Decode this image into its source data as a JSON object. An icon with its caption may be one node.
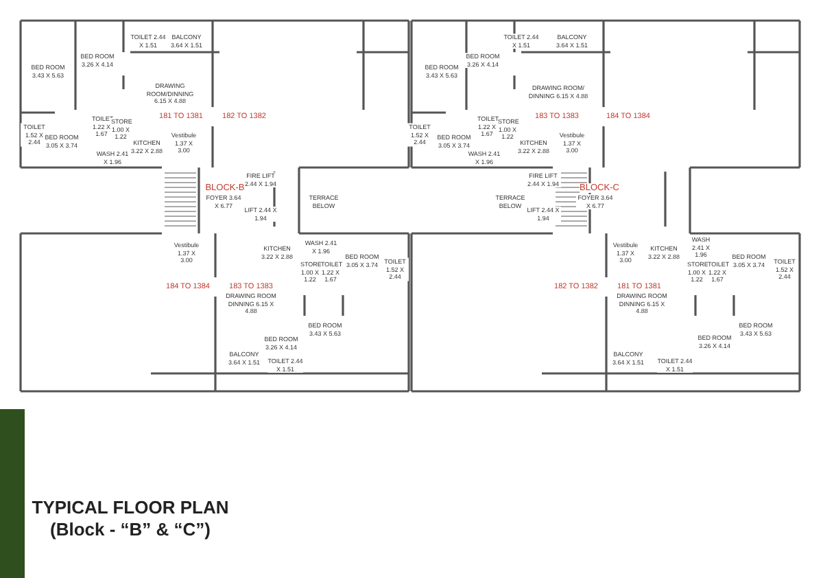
{
  "diagram": {
    "title": "TYPICAL FLOOR PLAN (Block - “B” & “C”)",
    "nodes": [
      {
        "text": [],
        "shape": "bar"
      }
    ],
    "labels": [
      "TOILET 2.44 X 1.51",
      "BALCONY 3.64 X 1.51",
      "TOILET 2.44 X 1.51",
      "BALCONY 3.64 X 1.51",
      "BED ROOM 3.43 X 5.63",
      "BED ROOM 3.26 X 4.14",
      "DRAWING ROOM/DINNING 6.15 X 4.88",
      "BED ROOM 3.43 X 5.63",
      "BED ROOM 3.26 X 4.14",
      "DRAWING ROOM/ DINNING 6.15 X 4.88",
      "181 TO 1381",
      "182 TO 1382",
      "183 TO 1383",
      "184 TO 1384",
      "TOILET 1.52 X 2.44",
      "TOILET 1.22 X 1.67",
      "STORE 1.00 X 1.22",
      "BED ROOM 3.05 X 3.74",
      "KITCHEN 3.22 X 2.88",
      "Vestibule 1.37 X 3.00",
      "WASH 2.41 X 1.96",
      "TOILET 1.52 X 2.44",
      "TOILET 1.22 X 1.67",
      "STORE 1.00 X 1.22",
      "BED ROOM 3.05 X 3.74",
      "KITCHEN 3.22 X 2.88",
      "Vestibule 1.37 X 3.00",
      "WASH 2.41 X 1.96",
      "FIRE LIFT 2.44 X 1.94",
      "BLOCK-B",
      "FOYER 3.64 X 6.77",
      "TERRACE BELOW",
      "FIRE LIFT 2.44 X 1.94",
      "TERRACE BELOW",
      "BLOCK-C",
      "FOYER 3.64 X 6.77",
      "LIFT 2.44 X 1.94",
      "LIFT 2.44 X 1.94",
      "Vestibule 1.37 X 3.00",
      "KITCHEN 3.22 X 2.88",
      "WASH 2.41 X 1.96",
      "STORE 1.00 X 1.22",
      "TOILET 1.22 X 1.67",
      "BED ROOM 3.05 X 3.74",
      "TOILET 1.52 X 2.44",
      "Vestibule 1.37 X 3.00",
      "KITCHEN 3.22 X 2.88",
      "WASH 2.41 X 1.96",
      "STORE 1.00 X 1.22",
      "TOILET 1.22 X 1.67",
      "BED ROOM 3.05 X 3.74",
      "TOILET 1.52 X 2.44",
      "184 TO 1384",
      "183 TO 1383",
      "182 TO 1382",
      "181 TO 1381",
      "DRAWING ROOM DINNING 6.15 X 4.88",
      "DRAWING ROOM DINNING 6.15 X 4.88",
      "BED ROOM 3.43 X 5.63",
      "BED ROOM 3.43 X 5.63",
      "BED ROOM 3.26 X 4.14",
      "BED ROOM 3.26 X 4.14",
      "BALCONY 3.64 X 1.51",
      "BALCONY 3.64 X 1.51",
      "TOILET 2.44 X 1.51",
      "TOILET 2.44 X 1.51"
    ]
  }
}
